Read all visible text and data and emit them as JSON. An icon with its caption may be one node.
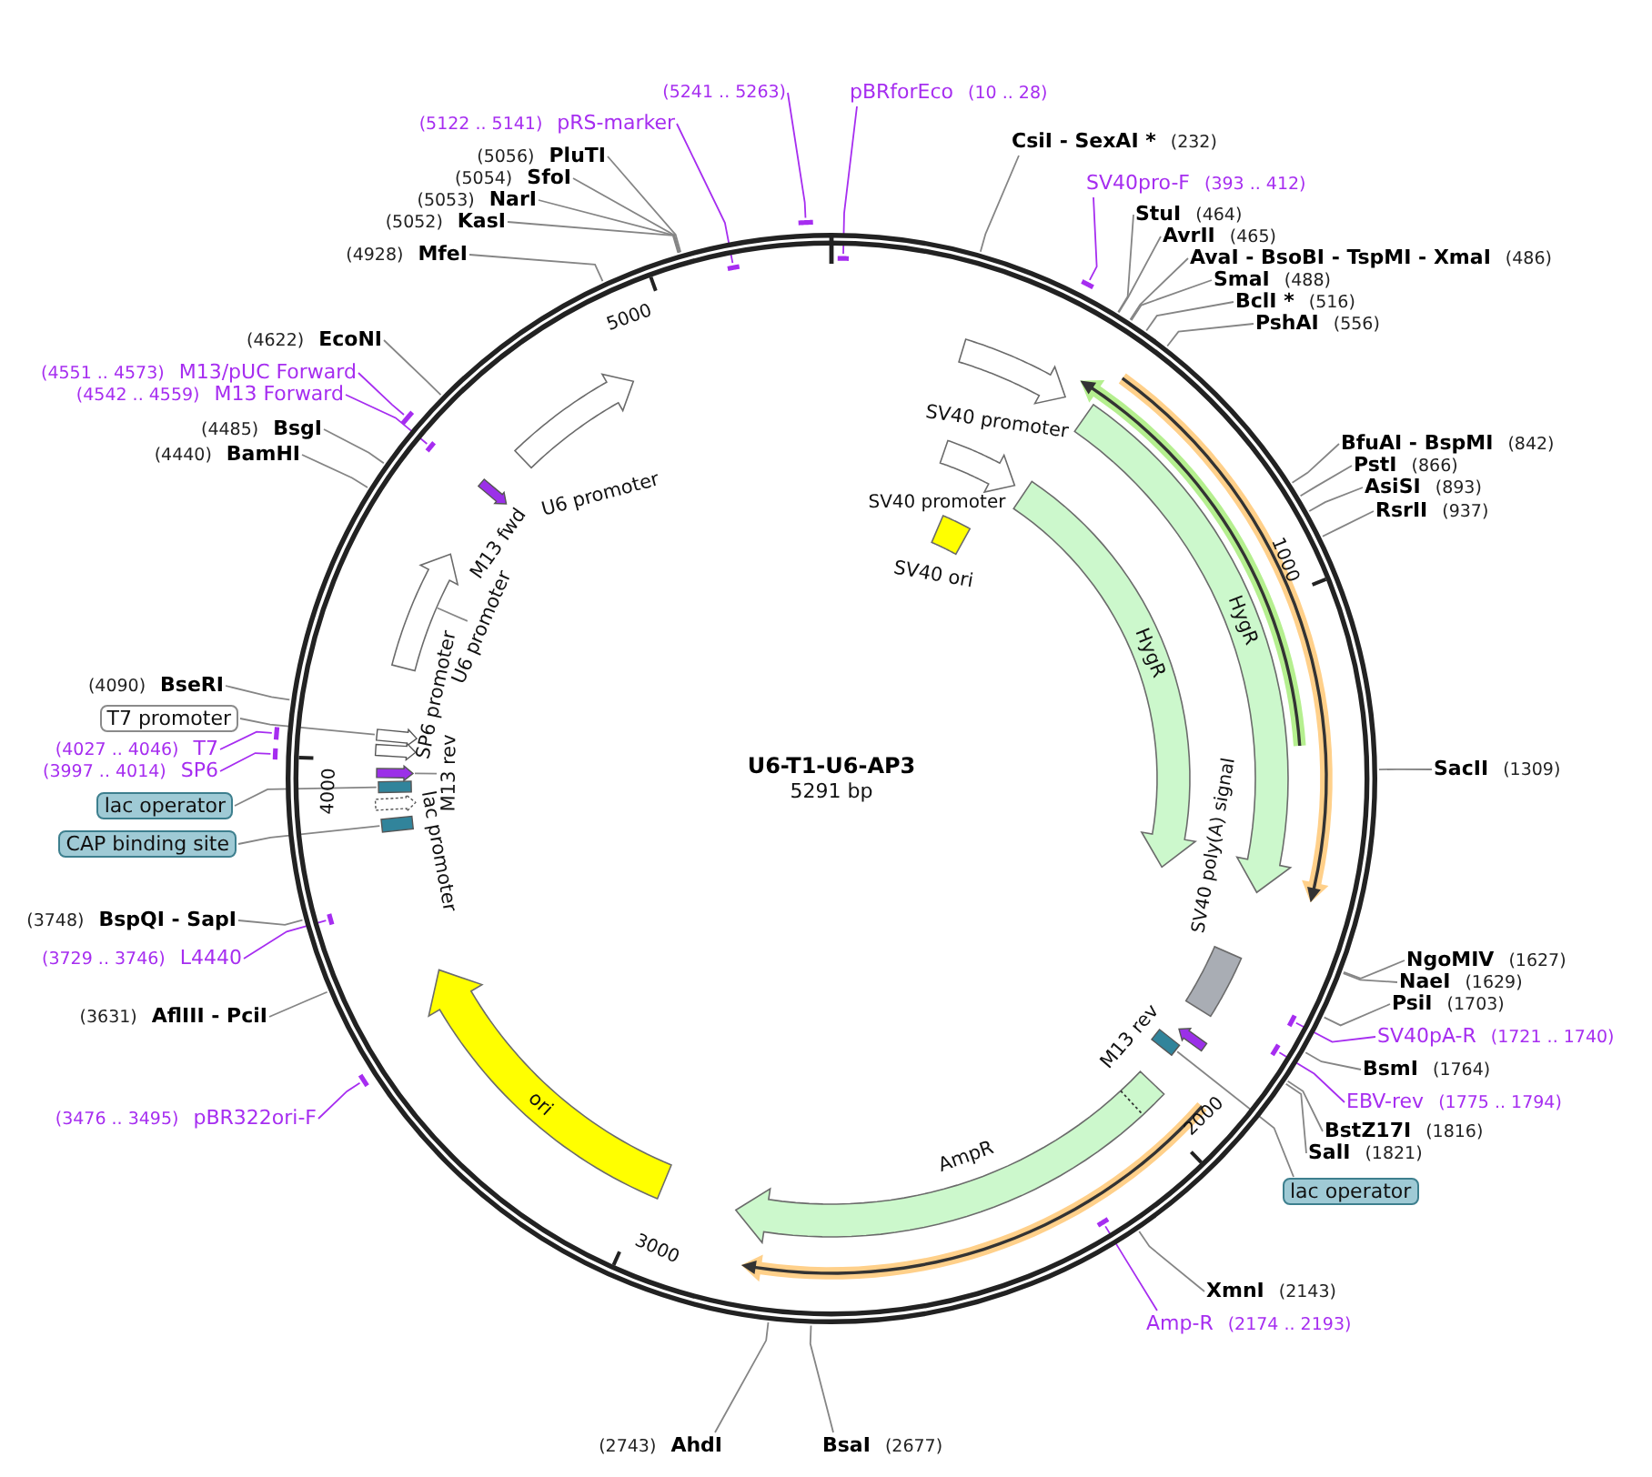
{
  "diagram": {
    "title": "U6-T1-U6-AP3",
    "nodes": [
      {
        "text": [
          "(5241 .. 5263)"
        ]
      },
      {
        "text": [
          "pBRforEco",
          "(10 .. 28)"
        ]
      },
      {
        "text": [
          "(5122 .. 5141)",
          "pRS-marker"
        ]
      },
      {
        "text": [
          "CsiI - SexAI *",
          "(232)"
        ]
      },
      {
        "text": [
          "(5056)",
          "PluTI"
        ]
      },
      {
        "text": [
          "SV40pro-F",
          "(393 .. 412)"
        ]
      },
      {
        "text": [
          "(5054)",
          "SfoI"
        ]
      },
      {
        "text": [
          "(5053)",
          "NarI"
        ]
      },
      {
        "text": [
          "StuI",
          "(464)"
        ]
      },
      {
        "text": [
          "(5052)",
          "KasI"
        ]
      },
      {
        "text": [
          "AvrII",
          "(465)"
        ]
      },
      {
        "text": [
          "(4928)",
          "MfeI"
        ]
      },
      {
        "text": [
          "AvaI - BsoBI - TspMI - XmaI",
          "(486)"
        ]
      },
      {
        "text": [
          "SmaI",
          "(488)"
        ]
      },
      {
        "text": [
          "BclI *",
          "(516)"
        ]
      },
      {
        "text": [
          "PshAI",
          "(556)"
        ]
      },
      {
        "text": [
          "(4622)",
          "EcoNI"
        ]
      },
      {
        "text": [
          "(4551 .. 4573)",
          "M13/pUC Forward"
        ]
      },
      {
        "text": [
          "(4542 .. 4559)",
          "M13 Forward"
        ]
      },
      {
        "text": [
          "(4485)",
          "BsgI"
        ]
      },
      {
        "text": [
          "BfuAI - BspMI",
          "(842)"
        ]
      },
      {
        "text": [
          "(4440)",
          "BamHI"
        ]
      },
      {
        "text": [
          "PstI",
          "(866)"
        ]
      },
      {
        "text": [
          "AsiSI",
          "(893)"
        ]
      },
      {
        "text": [
          "RsrII",
          "(937)"
        ]
      },
      {
        "text": [
          "(4090)",
          "BseRI"
        ]
      },
      {
        "text": [
          "T7 promoter"
        ]
      },
      {
        "text": [
          "(4027 .. 4046)",
          "T7"
        ]
      },
      {
        "text": [
          "(3997 .. 4014)",
          "SP6"
        ]
      },
      {
        "text": [
          "SacII",
          "(1309)"
        ]
      },
      {
        "text": [
          "lac operator"
        ]
      },
      {
        "text": [
          "CAP binding site"
        ]
      },
      {
        "text": [
          "(3748)",
          "BspQI - SapI"
        ]
      },
      {
        "text": [
          "(3729 .. 3746)",
          "L4440"
        ]
      },
      {
        "text": [
          "NgoMIV",
          "(1627)"
        ]
      },
      {
        "text": [
          "NaeI",
          "(1629)"
        ]
      },
      {
        "text": [
          "PsiI",
          "(1703)"
        ]
      },
      {
        "text": [
          "(3631)",
          "AflIII - PciI"
        ]
      },
      {
        "text": [
          "SV40pA-R",
          "(1721 .. 1740)"
        ]
      },
      {
        "text": [
          "BsmI",
          "(1764)"
        ]
      },
      {
        "text": [
          "EBV-rev",
          "(1775 .. 1794)"
        ]
      },
      {
        "text": [
          "(3476 .. 3495)",
          "pBR322ori-F"
        ]
      },
      {
        "text": [
          "BstZ17I",
          "(1816)"
        ]
      },
      {
        "text": [
          "SalI",
          "(1821)"
        ]
      },
      {
        "text": [
          "lac operator"
        ]
      },
      {
        "text": [
          "XmnI",
          "(2143)"
        ]
      },
      {
        "text": [
          "Amp-R",
          "(2174 .. 2193)"
        ]
      },
      {
        "text": [
          "(2743)",
          "AhdI"
        ]
      },
      {
        "text": [
          "BsaI",
          "(2677)"
        ]
      },
      {
        "text": [
          "SV40 promoter"
        ]
      },
      {
        "text": [
          "U6 promoter"
        ]
      },
      {
        "text": [
          "SV40 promoter"
        ]
      },
      {
        "text": [
          "M13 fwd"
        ]
      },
      {
        "text": [
          "SV40 ori"
        ]
      },
      {
        "text": [
          "HygR"
        ]
      },
      {
        "text": [
          "HygR"
        ]
      },
      {
        "text": [
          "U6 promoter"
        ]
      },
      {
        "text": [
          "SP6 promoter"
        ]
      },
      {
        "text": [
          "M13 rev"
        ]
      },
      {
        "text": [
          "lac promoter"
        ]
      },
      {
        "text": [
          "SV40 poly(A) signal"
        ]
      },
      {
        "text": [
          "M13 rev"
        ]
      },
      {
        "text": [
          "AmpR"
        ]
      },
      {
        "text": [
          "ori"
        ]
      },
      {
        "text": [],
        "shape": "arrow"
      },
      {
        "text": [],
        "shape": "arrow"
      },
      {
        "text": [],
        "shape": "arrow"
      },
      {
        "text": [],
        "shape": "arrow"
      },
      {
        "text": [],
        "shape": "box"
      },
      {
        "text": [],
        "shape": "box"
      },
      {
        "text": [],
        "shape": "box"
      },
      {
        "text": [],
        "shape": "bar"
      },
      {
        "text": [],
        "shape": "bar"
      },
      {
        "text": [],
        "shape": "bar"
      },
      {
        "text": [],
        "shape": "bar"
      },
      {
        "text": [],
        "shape": "bar"
      },
      {
        "text": [],
        "shape": "bar"
      },
      {
        "text": [],
        "shape": "bar"
      },
      {
        "text": [],
        "shape": "bar"
      },
      {
        "text": [],
        "shape": "bar"
      },
      {
        "text": [],
        "shape": "bar"
      },
      {
        "text": [],
        "shape": "bar"
      },
      {
        "text": [],
        "shape": "bar"
      },
      {
        "text": [],
        "shape": "bar"
      }
    ],
    "edges": [
      {
        "from": 0,
        "to": 71,
        "arrow": "none",
        "color": "#a62df0"
      },
      {
        "from": 1,
        "to": 72,
        "arrow": "none",
        "color": "#a62df0"
      },
      {
        "from": 2,
        "to": 73,
        "arrow": "none",
        "color": "#a62df0"
      },
      {
        "from": 3,
        "to": null,
        "arrow": "none"
      },
      {
        "from": 4,
        "to": null,
        "arrow": "none"
      },
      {
        "from": 5,
        "to": 74,
        "arrow": "none",
        "color": "#a62df0"
      },
      {
        "from": 6,
        "to": null,
        "arrow": "none"
      },
      {
        "from": 7,
        "to": null,
        "arrow": "none"
      },
      {
        "from": 8,
        "to": null,
        "arrow": "none"
      },
      {
        "from": 9,
        "to": null,
        "arrow": "none"
      },
      {
        "from": 10,
        "to": null,
        "arrow": "none"
      },
      {
        "from": 11,
        "to": null,
        "arrow": "none"
      },
      {
        "from": 12,
        "to": null,
        "arrow": "none"
      },
      {
        "from": 13,
        "to": null,
        "arrow": "none"
      },
      {
        "from": 14,
        "to": null,
        "arrow": "none"
      },
      {
        "from": 15,
        "to": null,
        "arrow": "none"
      },
      {
        "from": 16,
        "to": null,
        "arrow": "none"
      },
      {
        "from": 17,
        "to": 75,
        "arrow": "none",
        "color": "#a62df0"
      },
      {
        "from": 18,
        "to": 76,
        "arrow": "none",
        "color": "#a62df0"
      },
      {
        "from": 19,
        "to": null,
        "arrow": "none"
      },
      {
        "from": 20,
        "to": null,
        "arrow": "none"
      },
      {
        "from": 21,
        "to": null,
        "arrow": "none"
      },
      {
        "from": 22,
        "to": null,
        "arrow": "none"
      },
      {
        "from": 23,
        "to": null,
        "arrow": "none"
      },
      {
        "from": 24,
        "to": null,
        "arrow": "none"
      },
      {
        "from": 25,
        "to": null,
        "arrow": "none"
      },
      {
        "from": 26,
        "to": 67,
        "arrow": "none"
      },
      {
        "from": 27,
        "to": 77,
        "arrow": "none",
        "color": "#a62df0"
      },
      {
        "from": 28,
        "to": 78,
        "arrow": "none",
        "color": "#a62df0"
      },
      {
        "from": 29,
        "to": null,
        "arrow": "none"
      },
      {
        "from": 30,
        "to": 68,
        "arrow": "none"
      },
      {
        "from": 31,
        "to": 69,
        "arrow": "none"
      },
      {
        "from": 32,
        "to": null,
        "arrow": "none"
      },
      {
        "from": 33,
        "to": 79,
        "arrow": "none",
        "color": "#a62df0"
      },
      {
        "from": 34,
        "to": null,
        "arrow": "none"
      },
      {
        "from": 35,
        "to": null,
        "arrow": "none"
      },
      {
        "from": 36,
        "to": null,
        "arrow": "none"
      },
      {
        "from": 37,
        "to": null,
        "arrow": "none"
      },
      {
        "from": 38,
        "to": 81,
        "arrow": "none",
        "color": "#a62df0"
      },
      {
        "from": 39,
        "to": null,
        "arrow": "none"
      },
      {
        "from": 40,
        "to": 82,
        "arrow": "none",
        "color": "#a62df0"
      },
      {
        "from": 41,
        "to": 80,
        "arrow": "none",
        "color": "#a62df0"
      },
      {
        "from": 42,
        "to": null,
        "arrow": "none"
      },
      {
        "from": 43,
        "to": null,
        "arrow": "none"
      },
      {
        "from": 44,
        "to": 70,
        "arrow": "none"
      },
      {
        "from": 45,
        "to": null,
        "arrow": "none"
      },
      {
        "from": 46,
        "to": 83,
        "arrow": "none",
        "color": "#a62df0"
      },
      {
        "from": 47,
        "to": null,
        "arrow": "none"
      },
      {
        "from": 48,
        "to": null,
        "arrow": "none"
      }
    ],
    "labels": [
      "5000",
      "1000",
      "4000",
      "5291 bp",
      "2000",
      "3000"
    ]
  }
}
